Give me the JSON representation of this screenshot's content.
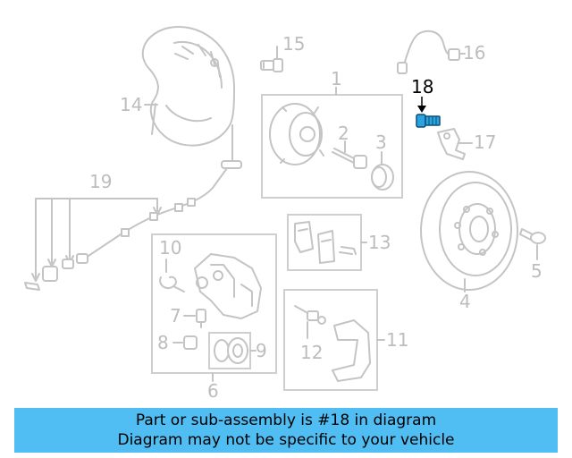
{
  "callouts": {
    "c1": "1",
    "c2": "2",
    "c3": "3",
    "c4": "4",
    "c5": "5",
    "c6": "6",
    "c7": "7",
    "c8": "8",
    "c9": "9",
    "c10": "10",
    "c11": "11",
    "c12": "12",
    "c13": "13",
    "c14": "14",
    "c15": "15",
    "c16": "16",
    "c17": "17",
    "c18": "18",
    "c19": "19"
  },
  "highlighted_part": "18",
  "colors": {
    "banner": "#50bdf3",
    "highlight": "#2aa3de",
    "lines": "#c4c4c4"
  },
  "banner": {
    "line1": "Part or sub-assembly is #18 in diagram",
    "line2": "Diagram may not be specific to your vehicle"
  }
}
